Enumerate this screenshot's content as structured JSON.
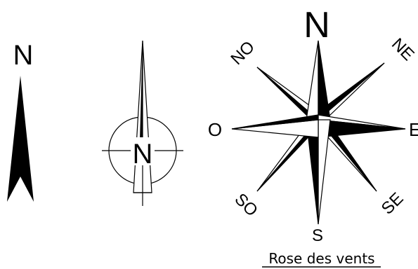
{
  "arrow1": {
    "north_label": "N"
  },
  "arrow2": {
    "north_label": "N"
  },
  "compass": {
    "north": "N",
    "northeast": "NE",
    "east": "E",
    "southeast": "SE",
    "south": "S",
    "southwest": "SO",
    "west": "O",
    "northwest": "NO",
    "caption": "Rose des vents"
  },
  "colors": {
    "ink": "#000000",
    "paper": "#ffffff"
  }
}
